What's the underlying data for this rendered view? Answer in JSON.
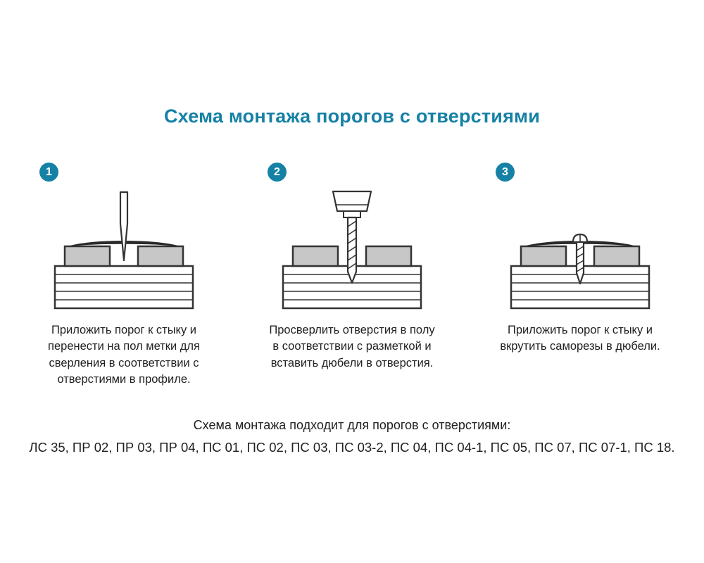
{
  "page": {
    "title": "Схема монтажа порогов с отверстиями",
    "accent_color": "#1581a5"
  },
  "steps": [
    {
      "number": "1",
      "illustration": "awl-marking-through-threshold-holes",
      "description": "Приложить порог к стыку и перенести на пол метки для сверления в соответствии с отверстиями в профиле."
    },
    {
      "number": "2",
      "illustration": "drilling-holes-in-floor",
      "description": "Просверлить отверстия в полу в соответствии с разметкой и вставить дюбели в отверстия."
    },
    {
      "number": "3",
      "illustration": "screwing-threshold-to-floor",
      "description": "Приложить порог к стыку и вкрутить саморезы в дюбели."
    }
  ],
  "footer": {
    "note": "Схема монтажа подходит для порогов с отверстиями:",
    "models": "ЛС 35, ПР 02, ПР 03, ПР 04, ПС 01, ПС 02, ПС 03, ПС 03-2, ПС 04, ПС 04-1, ПС 05, ПС 07, ПС 07-1, ПС 18."
  }
}
